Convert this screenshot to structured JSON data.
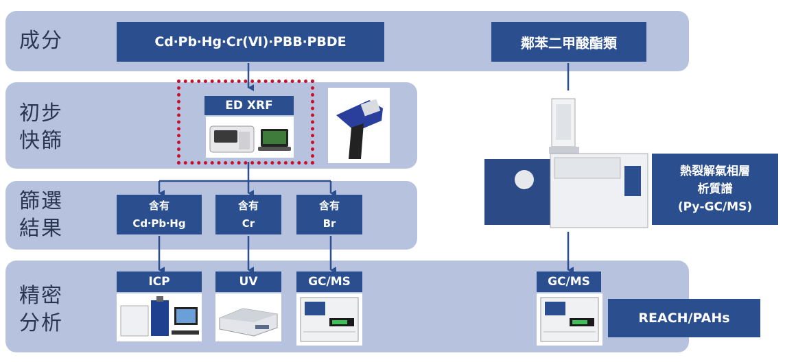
{
  "rows": [
    {
      "label": "成分"
    },
    {
      "label": "初步\n快篩"
    },
    {
      "label": "篩選\n結果"
    },
    {
      "label": "精密\n分析"
    }
  ],
  "components": {
    "metals": "Cd‧Pb‧Hg‧Cr(Ⅵ)‧PBB‧PBDE",
    "phthalates": "鄰苯二甲酸酯類"
  },
  "screening": {
    "edxrf": "ED XRF"
  },
  "results": [
    {
      "line1": "含有",
      "line2": "Cd‧Pb‧Hg"
    },
    {
      "line1": "含有",
      "line2": "Cr"
    },
    {
      "line1": "含有",
      "line2": "Br"
    }
  ],
  "analysis": {
    "icp": "ICP",
    "uv": "UV",
    "gcms_left": "GC/MS",
    "gcms_right": "GC/MS",
    "reach": "REACH/PAHs"
  },
  "pygcms": {
    "line1": "熱裂解氣相層",
    "line2": "析質譜",
    "line3": "(Py-GC/MS)"
  },
  "colors": {
    "band": "#b6c2de",
    "box": "#2b4e8e",
    "arrow": "#2b4e8e",
    "highlight": "#c8102e"
  }
}
